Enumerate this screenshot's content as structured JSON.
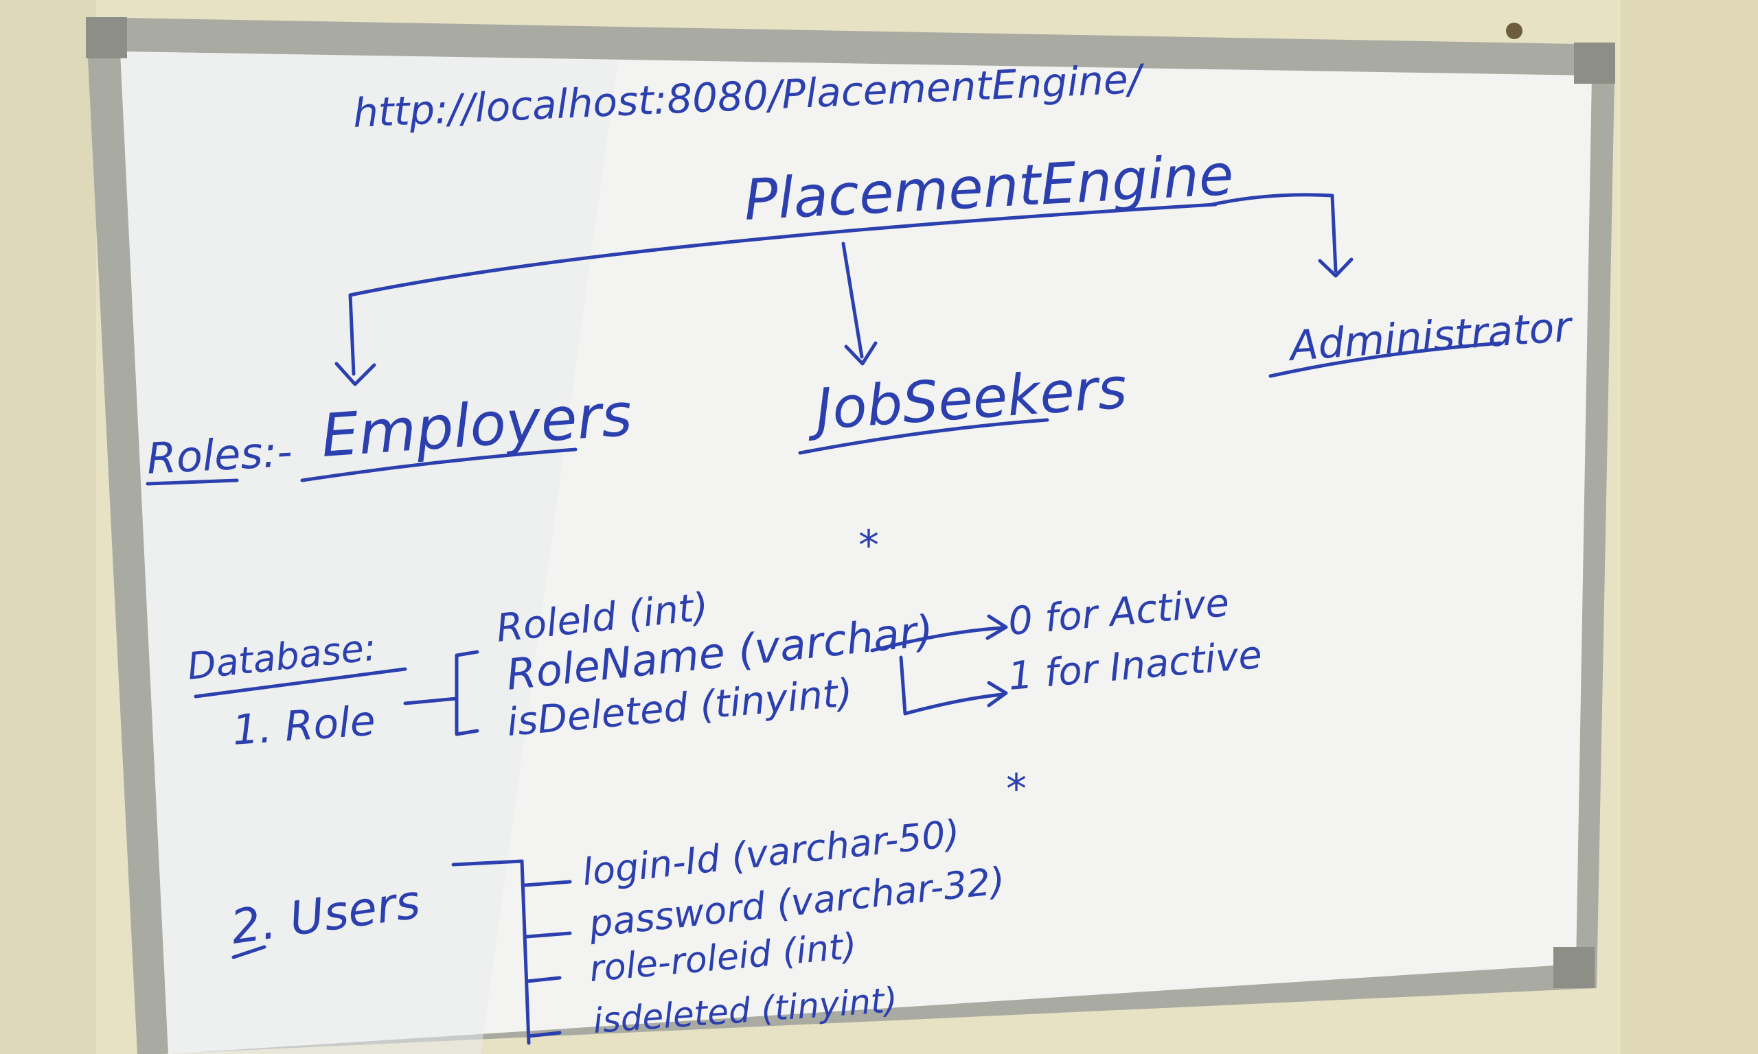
{
  "whiteboard": {
    "url": "http://localhost:8080/PlacementEngine/",
    "title": "PlacementEngine",
    "roles_label": "Roles:-",
    "roles": [
      "Employers",
      "JobSeekers",
      "Administrator"
    ],
    "database_label": "Database:",
    "role_table": {
      "name": "1. Role",
      "fields": [
        "RoleId (int)",
        "RoleName (varchar)",
        "isDeleted (tinyint)"
      ],
      "status_values": [
        "0  for Active",
        "1  for Inactive"
      ]
    },
    "users_table": {
      "name": "2. Users",
      "fields": [
        "login-Id (varchar-50)",
        "password (varchar-32)",
        "role-roleid (int)",
        "isdeleted (tinyint)"
      ]
    },
    "marks": [
      "*",
      "*"
    ]
  },
  "colors": {
    "wall": "#e7e2c4",
    "board": "#f3f4f1",
    "frame": "#a9aaa2",
    "marker": "#2b3fae"
  }
}
